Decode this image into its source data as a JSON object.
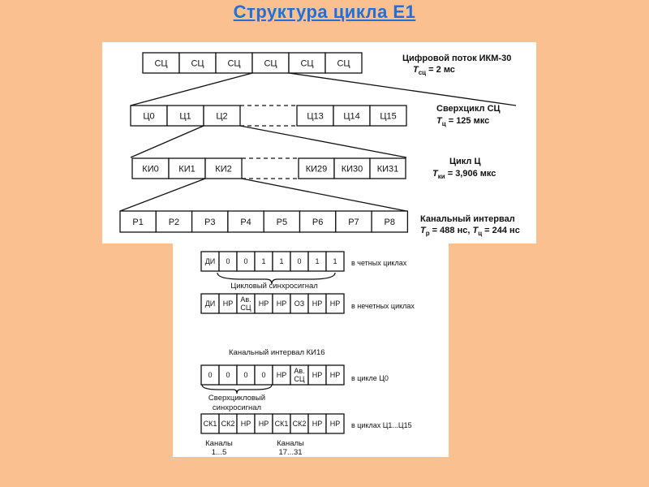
{
  "title": "Структура цикла Е1",
  "upper": {
    "row1": {
      "cells": [
        "СЦ",
        "СЦ",
        "СЦ",
        "СЦ",
        "СЦ",
        "СЦ"
      ],
      "caption": "Цифровой поток ИКМ-30",
      "formula": "T_сц = 2 мс"
    },
    "row2": {
      "cells_left": [
        "Ц0",
        "Ц1",
        "Ц2"
      ],
      "cells_right": [
        "Ц13",
        "Ц14",
        "Ц15"
      ],
      "caption": "Сверхцикл СЦ",
      "formula": "T_ц = 125 мкс"
    },
    "row3": {
      "cells_left": [
        "КИ0",
        "КИ1",
        "КИ2"
      ],
      "cells_right": [
        "КИ29",
        "КИ30",
        "КИ31"
      ],
      "caption": "Цикл Ц",
      "formula": "T_ки = 3,906 мкс"
    },
    "row4": {
      "cells": [
        "P1",
        "P2",
        "P3",
        "P4",
        "P5",
        "P6",
        "P7",
        "P8"
      ],
      "caption": "Канальный интервал",
      "formula": "T_р = 488 нс, T_ц = 244 нс"
    }
  },
  "lower": {
    "even": {
      "cells": [
        "ДИ",
        "0",
        "0",
        "1",
        "1",
        "0",
        "1",
        "1"
      ],
      "label": "в четных циклах"
    },
    "sync_label": "Цикловый синхросигнал",
    "odd": {
      "cells": [
        "ДИ",
        "НР",
        "Ав. СЦ",
        "НР",
        "НР",
        "ОЗ",
        "НР",
        "НР"
      ],
      "label": "в нечетных циклах"
    },
    "ki16_title": "Канальный интервал КИ16",
    "c0": {
      "cells": [
        "0",
        "0",
        "0",
        "0",
        "НР",
        "Ав. СЦ",
        "НР",
        "НР"
      ],
      "label": "в цикле Ц0"
    },
    "supersync_label": [
      "Сверхцикловый",
      "синхросигнал"
    ],
    "c1_15": {
      "cells": [
        "СК1",
        "СК2",
        "НР",
        "НР",
        "СК1",
        "СК2",
        "НР",
        "НР"
      ],
      "label": "в циклах Ц1...Ц15"
    },
    "channels_a": [
      "Каналы",
      "1...5"
    ],
    "channels_b": [
      "Каналы",
      "17...31"
    ]
  }
}
